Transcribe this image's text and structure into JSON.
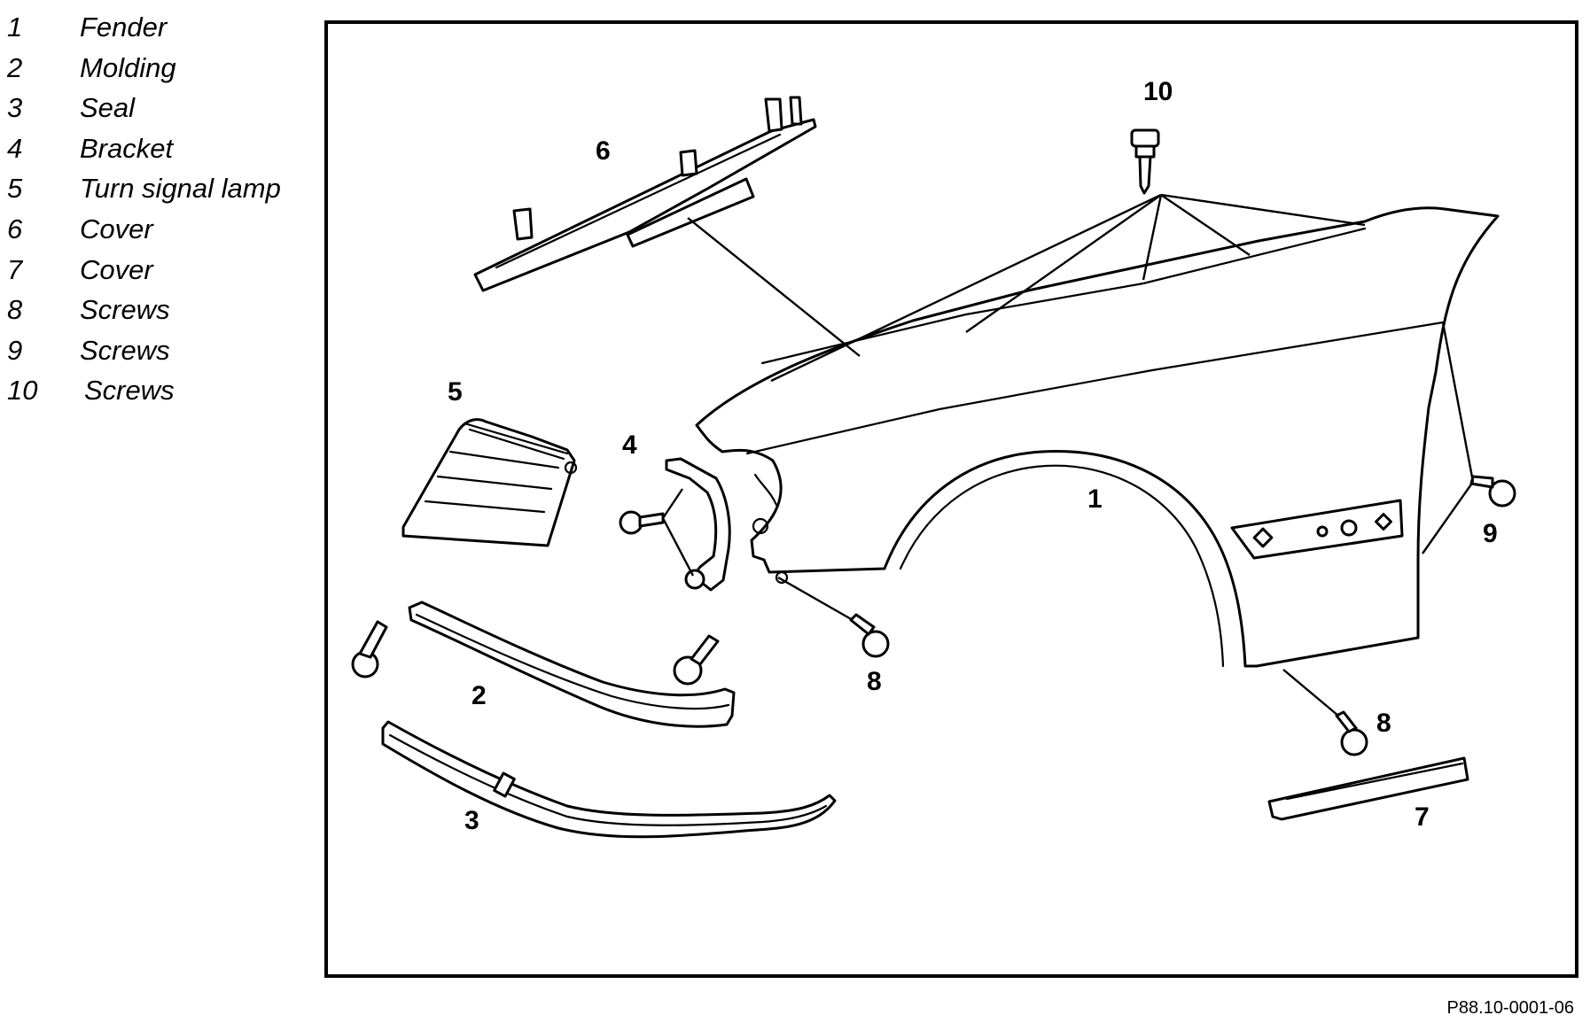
{
  "legend": [
    {
      "number": "1",
      "name": "Fender"
    },
    {
      "number": "2",
      "name": "Molding"
    },
    {
      "number": "3",
      "name": "Seal"
    },
    {
      "number": "4",
      "name": "Bracket"
    },
    {
      "number": "5",
      "name": "Turn signal lamp"
    },
    {
      "number": "6",
      "name": "Cover"
    },
    {
      "number": "7",
      "name": "Cover"
    },
    {
      "number": "8",
      "name": "Screws"
    },
    {
      "number": "9",
      "name": "Screws"
    },
    {
      "number": "10",
      "name": "Screws"
    }
  ],
  "callouts": {
    "fender": "1",
    "molding": "2",
    "seal": "3",
    "bracket": "4",
    "turn_signal_lamp": "5",
    "cover_top": "6",
    "cover_bottom": "7",
    "screws_front": "8",
    "screws_rear": "8",
    "screws_side": "9",
    "screws_top": "10"
  },
  "figure_id": "P88.10-0001-06"
}
